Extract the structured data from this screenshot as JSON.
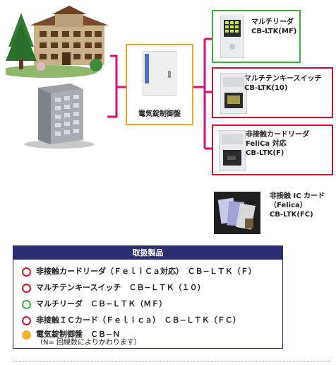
{
  "devices": {
    "controller": {
      "label": "電気錠制御盤",
      "border_color": "#f2a41f"
    },
    "multi_reader": {
      "name": "マルチリーダ",
      "model": "CB-LTK(MF)",
      "border_color": "#3fae3a"
    },
    "tenkey_switch": {
      "name": "マルチテンキースイッチ",
      "model": "CB-LTK(10)",
      "border_color": "#d4122c"
    },
    "contactless_reader": {
      "name": "非接触カードリーダ",
      "felica": "FeliCa 対応",
      "model": "CB-LTK(F)",
      "border_color": "#d4122c"
    },
    "ic_card": {
      "name": "非接触 IC カード",
      "felica": "（Felica）",
      "model": "CB-LTK(FC)"
    }
  },
  "wire_color": "#d4127a",
  "legend": {
    "title": "取扱製品",
    "items": [
      {
        "text": "非接触カードリーダ（ＦｅｌｉＣａ対応）　ＣＢ−ＬＴＫ（Ｆ）",
        "marker": "ring",
        "color": "#d4122c"
      },
      {
        "text": "マルチテンキースイッチ　ＣＢ−ＬＴＫ（１０）",
        "marker": "ring",
        "color": "#d4122c"
      },
      {
        "text": "マルチリーダ　ＣＢ−ＬＴＫ（ＭＦ）",
        "marker": "ring",
        "color": "#3fae3a"
      },
      {
        "text": "非接触ＩＣカード（Ｆｅｌｉｃａ）　ＣＢ−ＬＴＫ（ＦＣ）",
        "marker": "ring",
        "color": "#d4122c"
      },
      {
        "text": "電気錠制御盤　ＣＢ−Ｎ",
        "marker": "dot",
        "color": "#f5b42c"
      }
    ],
    "note": "（N= 回線数によりかわります）"
  }
}
